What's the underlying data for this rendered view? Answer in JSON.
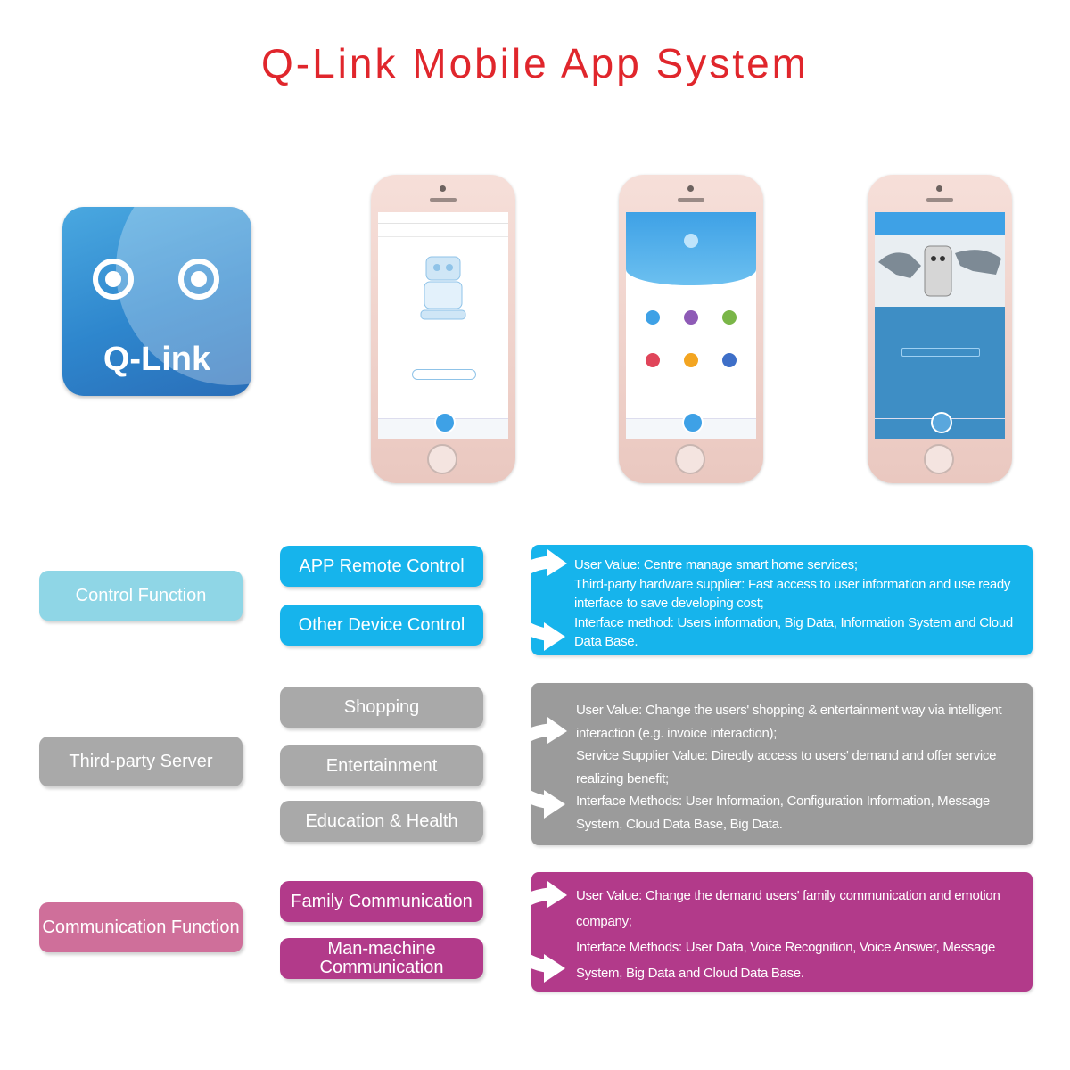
{
  "title": "Q-Link Mobile App System",
  "app_icon": {
    "label": "Q-Link",
    "icon": "robot-eyes-icon"
  },
  "rows": [
    {
      "category": "Control Function",
      "items": [
        "APP Remote Control",
        "Other Device Control"
      ],
      "description": [
        "User Value: Centre manage smart home services;",
        "Third-party hardware supplier: Fast access to user information and use ready interface to save developing cost;",
        "Interface method: Users information, Big Data, Information System and Cloud Data Base."
      ],
      "color": "#16b4ec"
    },
    {
      "category": "Third-party Server",
      "items": [
        "Shopping",
        "Entertainment",
        "Education & Health"
      ],
      "description": [
        "User Value: Change the users' shopping & entertainment way via intelligent interaction (e.g. invoice interaction);",
        "Service Supplier Value: Directly access to users' demand and offer service realizing benefit;",
        "Interface Methods: User Information, Configuration Information, Message System, Cloud Data Base, Big Data."
      ],
      "color": "#9b9b9b"
    },
    {
      "category": "Communication Function",
      "items": [
        "Family Communication",
        "Man-machine Communication"
      ],
      "description": [
        "User Value: Change the demand users' family communication and emotion company;",
        "Interface Methods: User Data, Voice Recognition, Voice Answer, Message System, Big Data and Cloud Data Base."
      ],
      "color": "#b23a8a"
    }
  ]
}
